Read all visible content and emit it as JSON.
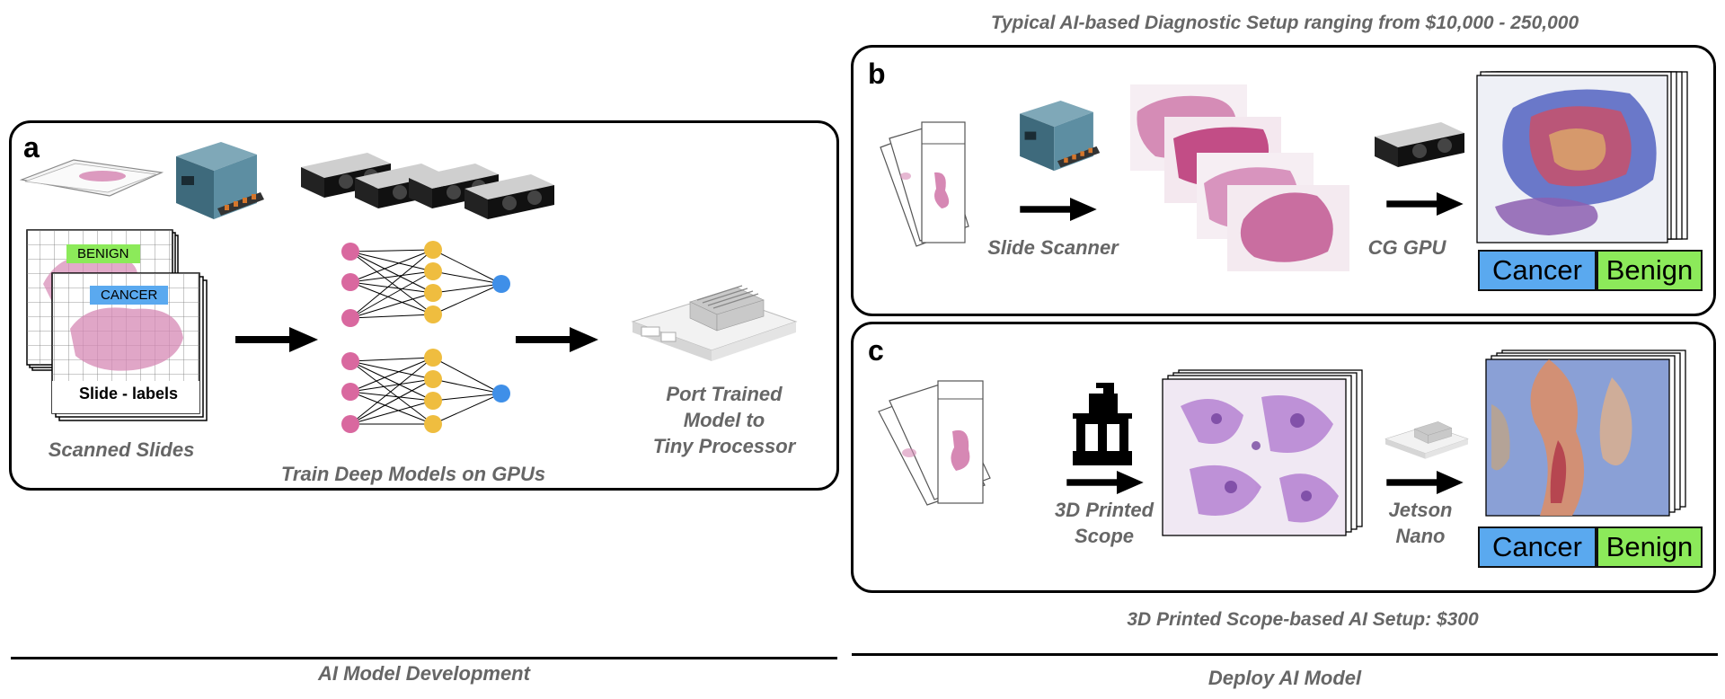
{
  "header": {
    "typical_setup_caption": "Typical AI-based Diagnostic Setup ranging from $10,000 - 250,000"
  },
  "panel_a": {
    "letter": "a",
    "benign_tag": "BENIGN",
    "cancer_tag": "CANCER",
    "slide_labels": "Slide - labels",
    "scanned_slides": "Scanned Slides",
    "train_caption": "Train Deep Models on GPUs",
    "port_caption_1": "Port Trained",
    "port_caption_2": "Model to",
    "port_caption_3": "Tiny Processor"
  },
  "panel_b": {
    "letter": "b",
    "scanner_label": "Slide Scanner",
    "gpu_label": "CG GPU",
    "cancer": "Cancer",
    "benign": "Benign"
  },
  "panel_c": {
    "letter": "c",
    "scope_label_1": "3D Printed",
    "scope_label_2": "Scope",
    "jetson_label_1": "Jetson",
    "jetson_label_2": "Nano",
    "cancer": "Cancer",
    "benign": "Benign"
  },
  "bottom": {
    "scope_setup_caption": "3D Printed Scope-based AI Setup: $300",
    "left_footer": "AI Model Development",
    "right_footer": "Deploy AI Model"
  },
  "colors": {
    "cancer_blue": "#5aa9ef",
    "benign_green": "#8cea5a",
    "tissue_pink": "#d688b4",
    "node_pink": "#d9689f",
    "node_yellow": "#efbd3f",
    "node_blue": "#3f8fe8",
    "caption_gray": "#666666"
  }
}
